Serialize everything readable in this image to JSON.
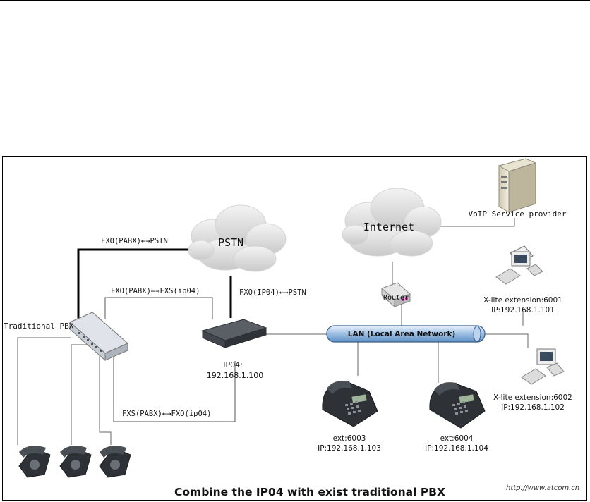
{
  "diagram": {
    "title": "Combine the IP04 with exist traditional PBX",
    "watermark": "http://www.atcom.cn",
    "clouds": {
      "pstn": "PSTN",
      "internet": "Internet"
    },
    "devices": {
      "traditional_pbx": "Traditional PBX",
      "voip_server": "VoIP Service provider",
      "router": "Router",
      "lan": "LAN (Local Area Network)",
      "ip04_name": "IP04:",
      "ip04_ip": "192.168.1.100",
      "pc1_ext": "X-lite extension:6001",
      "pc1_ip": "IP:192.168.1.101",
      "pc2_ext": "X-lite extension:6002",
      "pc2_ip": "IP:192.168.1.102",
      "phone1_ext": "ext:6003",
      "phone1_ip": "IP:192.168.1.103",
      "phone2_ext": "ext:6004",
      "phone2_ip": "IP:192.168.1.104"
    },
    "links": {
      "fxo_pabx_pstn": "FXO(PABX)←→PSTN",
      "fxo_pabx_fxs_ip04": "FXO(PABX)←→FXS(ip04)",
      "fxo_ip04_pstn": "FXO(IP04)←→PSTN",
      "fxs_pabx_fxo_ip04": "FXS(PABX)←→FXO(ip04)"
    }
  }
}
